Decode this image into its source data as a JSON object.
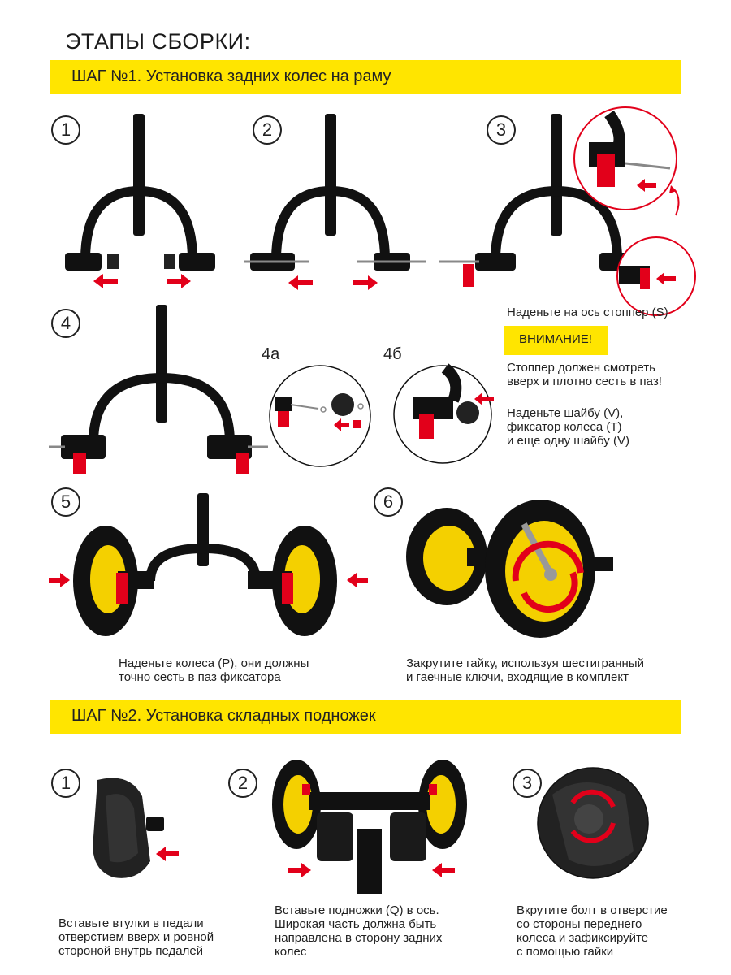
{
  "page_title": "ЭТАПЫ СБОРКИ:",
  "step1": {
    "banner": "ШАГ №1. Установка задних колес на раму",
    "nums": [
      "1",
      "2",
      "3",
      "4",
      "5",
      "6"
    ],
    "sub_a": "4а",
    "sub_b": "4б",
    "stopper_text": "Наденьте на ось стоппер (S)",
    "warning": "ВНИМАНИЕ!",
    "stopper_warn": [
      "Стоппер должен смотреть",
      "вверх и плотно сесть в паз!"
    ],
    "washer_text": [
      "Наденьте шайбу (V),",
      "фиксатор колеса (T)",
      "и еще одну шайбу (V)"
    ],
    "wheels_text": [
      "Наденьте колеса (P), они должны",
      "точно сесть в паз фиксатора"
    ],
    "nut_text": [
      "Закрутите гайку, используя шестигранный",
      "и гаечные ключи, входящие в комплект"
    ]
  },
  "step2": {
    "banner": "ШАГ №2. Установка складных подножек",
    "nums": [
      "1",
      "2",
      "3"
    ],
    "cap1": [
      "Вставьте втулки в педали",
      "отверстием вверх и ровной",
      "стороной внутрь педалей"
    ],
    "cap2": [
      "Вставьте подножки (Q) в ось.",
      "Широкая часть должна быть",
      "направлена в сторону задних",
      "колес"
    ],
    "cap3": [
      "Вкрутите болт в отверстие",
      "со стороны переднего",
      "колеса и зафиксируйте",
      "с помощью гайки"
    ]
  },
  "colors": {
    "banner": "#ffe500",
    "arrow": "#e2001a",
    "frame": "#111111",
    "rim": "#f4d000"
  }
}
